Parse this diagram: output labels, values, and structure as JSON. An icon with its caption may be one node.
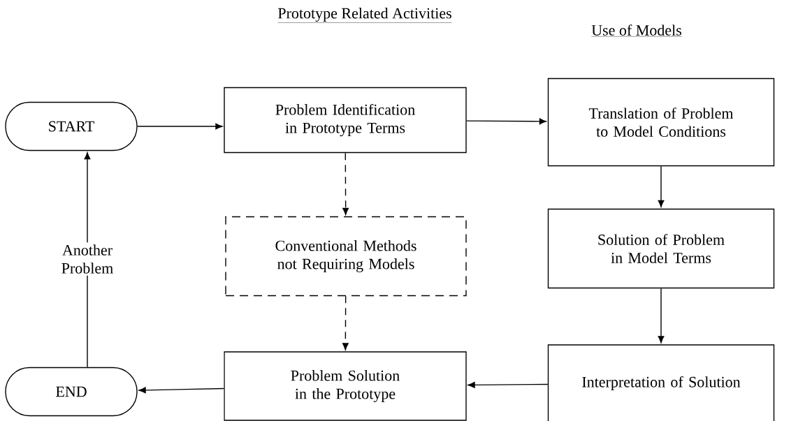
{
  "diagram": {
    "nodes": [
      {
        "text": [
          "START"
        ]
      },
      {
        "text": [
          "Problem Identification in Prototype Terms"
        ]
      },
      {
        "text": [
          "Translation of Problem to Model Conditions"
        ]
      },
      {
        "text": [
          "Conventional Methods not Requiring Models"
        ]
      },
      {
        "text": [
          "Solution of Problem in Model Terms"
        ]
      },
      {
        "text": [
          "END"
        ]
      },
      {
        "text": [
          "Problem Solution in the Prototype"
        ]
      },
      {
        "text": [
          "Interpretation of Solution"
        ]
      }
    ],
    "edges": [
      {
        "from": 0,
        "to": 1,
        "arrow": "to"
      },
      {
        "from": 1,
        "to": 2,
        "arrow": "to"
      },
      {
        "from": 1,
        "to": 3,
        "arrow": "to",
        "style": "dashed"
      },
      {
        "from": 3,
        "to": 6,
        "arrow": "to",
        "style": "dashed"
      },
      {
        "from": 2,
        "to": 4,
        "arrow": "to"
      },
      {
        "from": 4,
        "to": 7,
        "arrow": "to"
      },
      {
        "from": 7,
        "to": 6,
        "arrow": "to"
      },
      {
        "from": 6,
        "to": 5,
        "arrow": "to"
      },
      {
        "from": 5,
        "to": 0,
        "arrow": "to",
        "label": "Another Problem"
      }
    ],
    "labels": [
      "Prototype Related Activities",
      "Use of Models"
    ]
  }
}
